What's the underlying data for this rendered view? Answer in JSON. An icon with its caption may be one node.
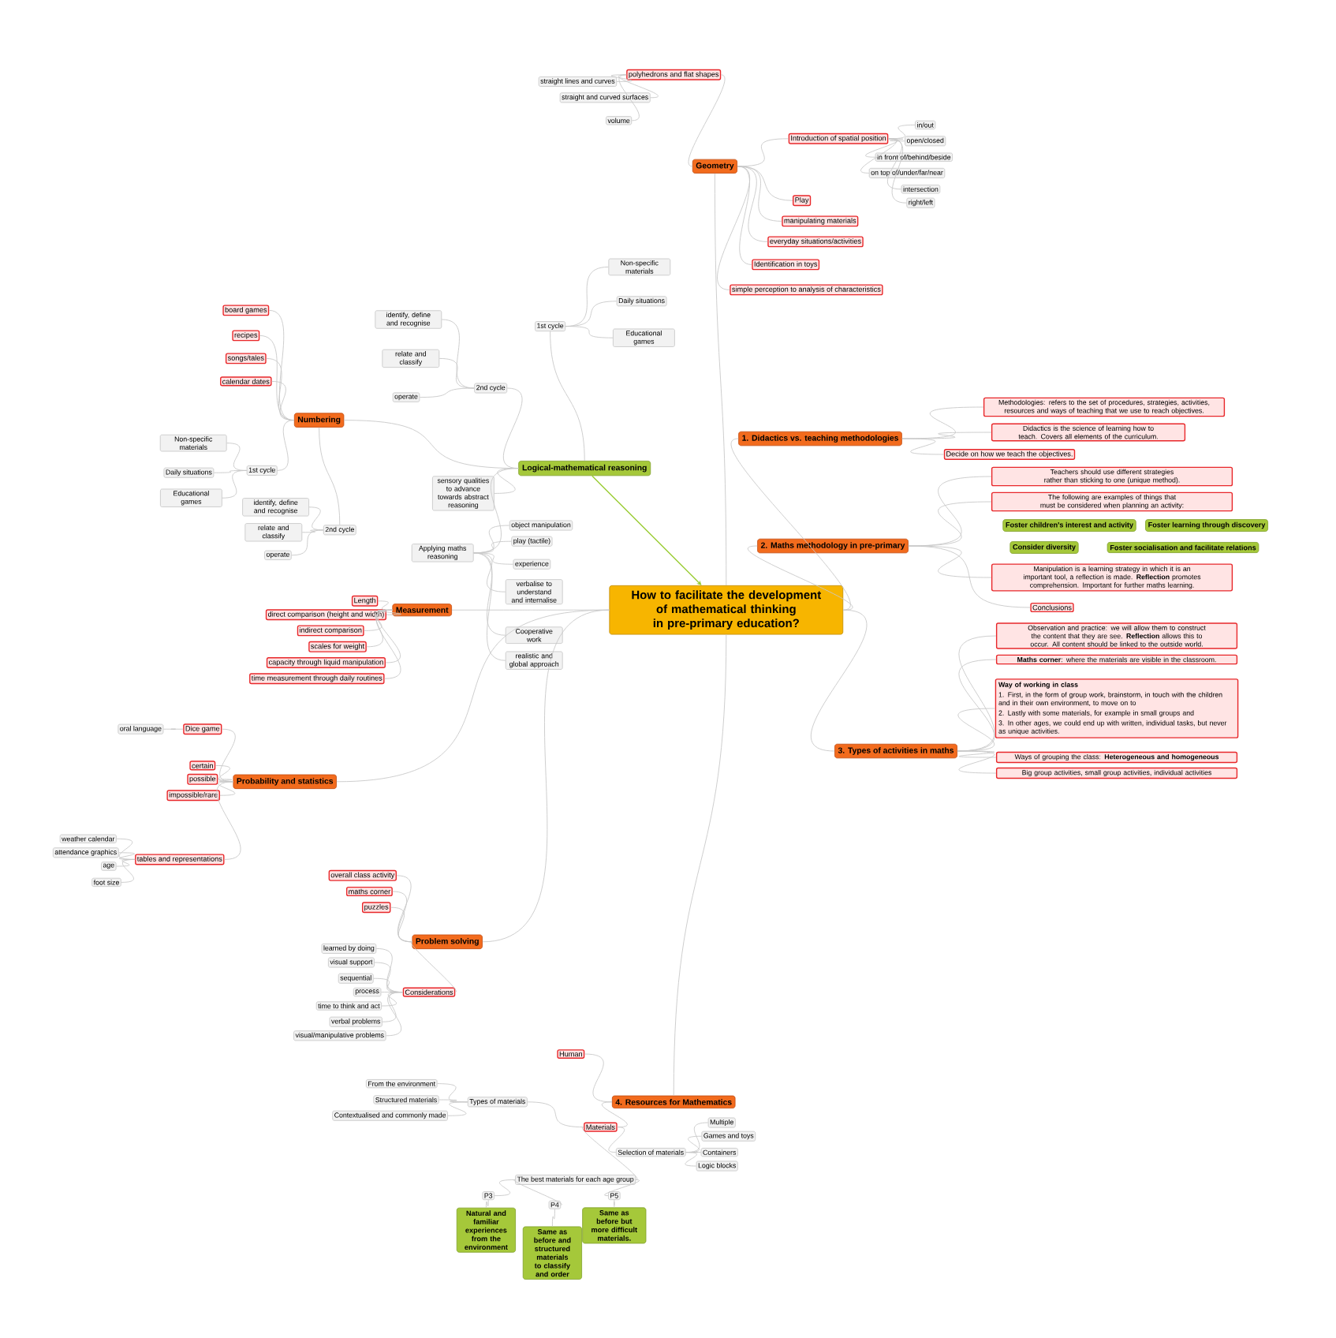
{
  "diagram": {
    "nodes": [
      {
        "text": [
          "How to facilitate the development of mathematical thinking in pre-primary education?"
        ]
      },
      {
        "text": [
          "Geometry"
        ]
      },
      {
        "text": [
          "polyhedrons and flat shapes"
        ]
      },
      {
        "text": [
          "straight lines and curves"
        ]
      },
      {
        "text": [
          "straight and curved surfaces"
        ]
      },
      {
        "text": [
          "volume"
        ]
      },
      {
        "text": [
          "Introduction of spatial position"
        ]
      },
      {
        "text": [
          "in/out"
        ]
      },
      {
        "text": [
          "open/closed"
        ]
      },
      {
        "text": [
          "in front of/behind/beside"
        ]
      },
      {
        "text": [
          "on top of/under/far/near"
        ]
      },
      {
        "text": [
          "intersection"
        ]
      },
      {
        "text": [
          "right/left"
        ]
      },
      {
        "text": [
          "Play"
        ]
      },
      {
        "text": [
          "manipulating materials"
        ]
      },
      {
        "text": [
          "everyday situations/activities"
        ]
      },
      {
        "text": [
          "Identification in toys"
        ]
      },
      {
        "text": [
          "simple perception to analysis of characteristics"
        ]
      },
      {
        "text": [
          "Logical-mathematical reasoning"
        ]
      },
      {
        "text": [
          "1st cycle"
        ]
      },
      {
        "text": [
          "Non-specific materials"
        ]
      },
      {
        "text": [
          "Daily situations"
        ]
      },
      {
        "text": [
          "Educational games"
        ]
      },
      {
        "text": [
          "2nd cycle"
        ]
      },
      {
        "text": [
          "identify, define and recognise"
        ]
      },
      {
        "text": [
          "relate and classify"
        ]
      },
      {
        "text": [
          "operate"
        ]
      },
      {
        "text": [
          "sensory qualities to advance towards abstract reasoning"
        ]
      },
      {
        "text": [
          "Numbering"
        ]
      },
      {
        "text": [
          "board games"
        ]
      },
      {
        "text": [
          "recipes"
        ]
      },
      {
        "text": [
          "songs/tales"
        ]
      },
      {
        "text": [
          "calendar dates"
        ]
      },
      {
        "text": [
          "1st cycle"
        ]
      },
      {
        "text": [
          "Non-specific materials"
        ]
      },
      {
        "text": [
          "Daily situations"
        ]
      },
      {
        "text": [
          "Educational games"
        ]
      },
      {
        "text": [
          "2nd cycle"
        ]
      },
      {
        "text": [
          "identify, define and recognise"
        ]
      },
      {
        "text": [
          "relate and classify"
        ]
      },
      {
        "text": [
          "operate"
        ]
      },
      {
        "text": [
          "Applying maths reasoning"
        ]
      },
      {
        "text": [
          "object manipulation"
        ]
      },
      {
        "text": [
          "play (tactile)"
        ]
      },
      {
        "text": [
          "experience"
        ]
      },
      {
        "text": [
          "verbalise to understand and internalise"
        ]
      },
      {
        "text": [
          "Cooperative work"
        ]
      },
      {
        "text": [
          "realistic and global approach"
        ]
      },
      {
        "text": [
          "Measurement"
        ]
      },
      {
        "text": [
          "Length"
        ]
      },
      {
        "text": [
          "direct comparison (height and width)"
        ]
      },
      {
        "text": [
          "indirect comparison"
        ]
      },
      {
        "text": [
          "scales for weight"
        ]
      },
      {
        "text": [
          "capacity through liquid manipulation"
        ]
      },
      {
        "text": [
          "time measurement through daily routines"
        ]
      },
      {
        "text": [
          "Probability and statistics"
        ]
      },
      {
        "text": [
          "Dice game"
        ]
      },
      {
        "text": [
          "oral language"
        ]
      },
      {
        "text": [
          "certain"
        ]
      },
      {
        "text": [
          "possible"
        ]
      },
      {
        "text": [
          "impossible/rare"
        ]
      },
      {
        "text": [
          "tables and representations"
        ]
      },
      {
        "text": [
          "weather calendar"
        ]
      },
      {
        "text": [
          "attendance graphics"
        ]
      },
      {
        "text": [
          "age"
        ]
      },
      {
        "text": [
          "foot size"
        ]
      },
      {
        "text": [
          "Problem solving"
        ]
      },
      {
        "text": [
          "overall class activity"
        ]
      },
      {
        "text": [
          "maths corner"
        ]
      },
      {
        "text": [
          "puzzles"
        ]
      },
      {
        "text": [
          "Considerations"
        ]
      },
      {
        "text": [
          "learned by doing"
        ]
      },
      {
        "text": [
          "visual support"
        ]
      },
      {
        "text": [
          "sequential"
        ]
      },
      {
        "text": [
          "process"
        ]
      },
      {
        "text": [
          "time to think and act"
        ]
      },
      {
        "text": [
          "verbal problems"
        ]
      },
      {
        "text": [
          "visual/manipulative problems"
        ]
      },
      {
        "text": [
          "4. Resources for Mathematics"
        ]
      },
      {
        "text": [
          "Human"
        ]
      },
      {
        "text": [
          "Materials"
        ]
      },
      {
        "text": [
          "Types of materials"
        ]
      },
      {
        "text": [
          "From the environment"
        ]
      },
      {
        "text": [
          "Structured materials"
        ]
      },
      {
        "text": [
          "Contextualised and commonly made"
        ]
      },
      {
        "text": [
          "Selection of materials"
        ]
      },
      {
        "text": [
          "Multiple"
        ]
      },
      {
        "text": [
          "Games and toys"
        ]
      },
      {
        "text": [
          "Containers"
        ]
      },
      {
        "text": [
          "Logic blocks"
        ]
      },
      {
        "text": [
          "The best materials for each age group"
        ]
      },
      {
        "text": [
          "P3"
        ]
      },
      {
        "text": [
          "P4"
        ]
      },
      {
        "text": [
          "P5"
        ]
      },
      {
        "text": [
          "Natural and familiar experiences from the environment"
        ]
      },
      {
        "text": [
          "Same as before and structured materials to classify and order"
        ]
      },
      {
        "text": [
          "Same as before but more difficult materials."
        ]
      },
      {
        "text": [
          "1. Didactics vs. teaching methodologies"
        ]
      },
      {
        "text": [
          "Methodologies: refers to the set of procedures, strategies, activities, resources and ways of teaching that we use to reach objectives."
        ]
      },
      {
        "text": [
          "Didactics is the science of learning how to teach. Covers all elements of the curriculum."
        ]
      },
      {
        "text": [
          "Decide on how we teach the objectives."
        ]
      },
      {
        "text": [
          "2. Maths methodology in pre-primary"
        ]
      },
      {
        "text": [
          "Teachers should use different strategies rather than sticking to one (unique method)."
        ]
      },
      {
        "text": [
          "The following are examples of things that must be considered when planning an activity:"
        ]
      },
      {
        "text": [
          "Foster children's interest and activity"
        ]
      },
      {
        "text": [
          "Foster learning through discovery"
        ]
      },
      {
        "text": [
          "Consider diversity"
        ]
      },
      {
        "text": [
          "Foster socialisation and facilitate relations"
        ]
      },
      {
        "text": [
          "Manipulation is a learning strategy in which it is an important tool, a reflection is made. **Reflection** promotes comprehension. Important for further maths learning."
        ]
      },
      {
        "text": [
          "Conclusions"
        ]
      },
      {
        "text": [
          "3. Types of activities in maths"
        ]
      },
      {
        "text": [
          "Observation and practice: we will allow them to construct the content that they are see. **Reflection** allows this to occur. All content should be linked to the outside world."
        ]
      },
      {
        "text": [
          "**Maths corner**: where the materials are visible in the classroom."
        ]
      },
      {
        "text": [
          "Way of working in class",
          "1. First, in the form of group work, brainstorm, in touch with the children and in their own environment, to move on to",
          "2. Lastly with some materials, for example in small groups and",
          "3. In other ages, we could end up with written, individual tasks, but never as unique activities."
        ]
      },
      {
        "text": [
          "Ways of grouping the class: **Heterogeneous and homogeneous**"
        ]
      },
      {
        "text": [
          "Big group activities, small group activities, individual activities"
        ]
      }
    ],
    "edges": [
      {
        "from": 0,
        "to": 1,
        "arrow": "none"
      },
      {
        "from": 1,
        "to": 2,
        "arrow": "none"
      },
      {
        "from": 2,
        "to": 3,
        "arrow": "none"
      },
      {
        "from": 2,
        "to": 4,
        "arrow": "none"
      },
      {
        "from": 2,
        "to": 5,
        "arrow": "none"
      },
      {
        "from": 1,
        "to": 6,
        "arrow": "none"
      },
      {
        "from": 6,
        "to": 7,
        "arrow": "none"
      },
      {
        "from": 6,
        "to": 8,
        "arrow": "none"
      },
      {
        "from": 6,
        "to": 9,
        "arrow": "none"
      },
      {
        "from": 6,
        "to": 10,
        "arrow": "none"
      },
      {
        "from": 6,
        "to": 11,
        "arrow": "none"
      },
      {
        "from": 6,
        "to": 12,
        "arrow": "none"
      },
      {
        "from": 1,
        "to": 13,
        "arrow": "none"
      },
      {
        "from": 1,
        "to": 14,
        "arrow": "none"
      },
      {
        "from": 1,
        "to": 15,
        "arrow": "none"
      },
      {
        "from": 1,
        "to": 16,
        "arrow": "none"
      },
      {
        "from": 1,
        "to": 17,
        "arrow": "none"
      },
      {
        "from": 18,
        "to": 0,
        "arrow": "to",
        "color": "#99cc33"
      },
      {
        "from": 18,
        "to": 19,
        "arrow": "none"
      },
      {
        "from": 19,
        "to": 20,
        "arrow": "none"
      },
      {
        "from": 19,
        "to": 21,
        "arrow": "none"
      },
      {
        "from": 19,
        "to": 22,
        "arrow": "none"
      },
      {
        "from": 18,
        "to": 23,
        "arrow": "none"
      },
      {
        "from": 23,
        "to": 24,
        "arrow": "none"
      },
      {
        "from": 23,
        "to": 25,
        "arrow": "none"
      },
      {
        "from": 23,
        "to": 26,
        "arrow": "none"
      },
      {
        "from": 18,
        "to": 27,
        "arrow": "none"
      },
      {
        "from": 18,
        "to": 28,
        "arrow": "none"
      },
      {
        "from": 28,
        "to": 29,
        "arrow": "none"
      },
      {
        "from": 28,
        "to": 30,
        "arrow": "none"
      },
      {
        "from": 28,
        "to": 31,
        "arrow": "none"
      },
      {
        "from": 28,
        "to": 32,
        "arrow": "none"
      },
      {
        "from": 28,
        "to": 33,
        "arrow": "none"
      },
      {
        "from": 33,
        "to": 34,
        "arrow": "none"
      },
      {
        "from": 33,
        "to": 35,
        "arrow": "none"
      },
      {
        "from": 33,
        "to": 36,
        "arrow": "none"
      },
      {
        "from": 28,
        "to": 37,
        "arrow": "none"
      },
      {
        "from": 37,
        "to": 38,
        "arrow": "none"
      },
      {
        "from": 37,
        "to": 39,
        "arrow": "none"
      },
      {
        "from": 37,
        "to": 40,
        "arrow": "none"
      },
      {
        "from": 18,
        "to": 41,
        "arrow": "none"
      },
      {
        "from": 41,
        "to": 42,
        "arrow": "none"
      },
      {
        "from": 41,
        "to": 43,
        "arrow": "none"
      },
      {
        "from": 41,
        "to": 44,
        "arrow": "none"
      },
      {
        "from": 41,
        "to": 45,
        "arrow": "none"
      },
      {
        "from": 41,
        "to": 46,
        "arrow": "none"
      },
      {
        "from": 41,
        "to": 47,
        "arrow": "none"
      },
      {
        "from": 0,
        "to": 48,
        "arrow": "none"
      },
      {
        "from": 48,
        "to": 49,
        "arrow": "none"
      },
      {
        "from": 48,
        "to": 50,
        "arrow": "none"
      },
      {
        "from": 48,
        "to": 51,
        "arrow": "none"
      },
      {
        "from": 48,
        "to": 52,
        "arrow": "none"
      },
      {
        "from": 48,
        "to": 53,
        "arrow": "none"
      },
      {
        "from": 48,
        "to": 54,
        "arrow": "none"
      },
      {
        "from": 0,
        "to": 55,
        "arrow": "none"
      },
      {
        "from": 55,
        "to": 56,
        "arrow": "none"
      },
      {
        "from": 56,
        "to": 57,
        "arrow": "none"
      },
      {
        "from": 55,
        "to": 58,
        "arrow": "none"
      },
      {
        "from": 55,
        "to": 59,
        "arrow": "none"
      },
      {
        "from": 55,
        "to": 60,
        "arrow": "none"
      },
      {
        "from": 55,
        "to": 61,
        "arrow": "none"
      },
      {
        "from": 61,
        "to": 62,
        "arrow": "none"
      },
      {
        "from": 61,
        "to": 63,
        "arrow": "none"
      },
      {
        "from": 61,
        "to": 64,
        "arrow": "none"
      },
      {
        "from": 61,
        "to": 65,
        "arrow": "none"
      },
      {
        "from": 0,
        "to": 66,
        "arrow": "none"
      },
      {
        "from": 66,
        "to": 67,
        "arrow": "none"
      },
      {
        "from": 66,
        "to": 68,
        "arrow": "none"
      },
      {
        "from": 66,
        "to": 69,
        "arrow": "none"
      },
      {
        "from": 66,
        "to": 70,
        "arrow": "none"
      },
      {
        "from": 70,
        "to": 71,
        "arrow": "none"
      },
      {
        "from": 70,
        "to": 72,
        "arrow": "none"
      },
      {
        "from": 70,
        "to": 73,
        "arrow": "none"
      },
      {
        "from": 70,
        "to": 74,
        "arrow": "none"
      },
      {
        "from": 70,
        "to": 75,
        "arrow": "none"
      },
      {
        "from": 70,
        "to": 76,
        "arrow": "none"
      },
      {
        "from": 70,
        "to": 77,
        "arrow": "none"
      },
      {
        "from": 0,
        "to": 78,
        "arrow": "none"
      },
      {
        "from": 78,
        "to": 79,
        "arrow": "none"
      },
      {
        "from": 78,
        "to": 80,
        "arrow": "none"
      },
      {
        "from": 80,
        "to": 81,
        "arrow": "none"
      },
      {
        "from": 81,
        "to": 82,
        "arrow": "none"
      },
      {
        "from": 81,
        "to": 83,
        "arrow": "none"
      },
      {
        "from": 81,
        "to": 84,
        "arrow": "none"
      },
      {
        "from": 80,
        "to": 85,
        "arrow": "none"
      },
      {
        "from": 85,
        "to": 86,
        "arrow": "none"
      },
      {
        "from": 85,
        "to": 87,
        "arrow": "none"
      },
      {
        "from": 85,
        "to": 88,
        "arrow": "none"
      },
      {
        "from": 85,
        "to": 89,
        "arrow": "none"
      },
      {
        "from": 80,
        "to": 90,
        "arrow": "none"
      },
      {
        "from": 90,
        "to": 91,
        "arrow": "none"
      },
      {
        "from": 90,
        "to": 92,
        "arrow": "none"
      },
      {
        "from": 90,
        "to": 93,
        "arrow": "none"
      },
      {
        "from": 91,
        "to": 94,
        "arrow": "none"
      },
      {
        "from": 92,
        "to": 95,
        "arrow": "none"
      },
      {
        "from": 93,
        "to": 96,
        "arrow": "none"
      },
      {
        "from": 0,
        "to": 97,
        "arrow": "none"
      },
      {
        "from": 97,
        "to": 98,
        "arrow": "none"
      },
      {
        "from": 97,
        "to": 99,
        "arrow": "none"
      },
      {
        "from": 97,
        "to": 100,
        "arrow": "none"
      },
      {
        "from": 0,
        "to": 101,
        "arrow": "none"
      },
      {
        "from": 101,
        "to": 102,
        "arrow": "none"
      },
      {
        "from": 101,
        "to": 103,
        "arrow": "none"
      },
      {
        "from": 101,
        "to": 108,
        "arrow": "none"
      },
      {
        "from": 101,
        "to": 109,
        "arrow": "none"
      },
      {
        "from": 0,
        "to": 110,
        "arrow": "none"
      },
      {
        "from": 110,
        "to": 111,
        "arrow": "none"
      },
      {
        "from": 110,
        "to": 112,
        "arrow": "none"
      },
      {
        "from": 110,
        "to": 113,
        "arrow": "none"
      },
      {
        "from": 110,
        "to": 114,
        "arrow": "none"
      },
      {
        "from": 110,
        "to": 115,
        "arrow": "none"
      }
    ]
  }
}
